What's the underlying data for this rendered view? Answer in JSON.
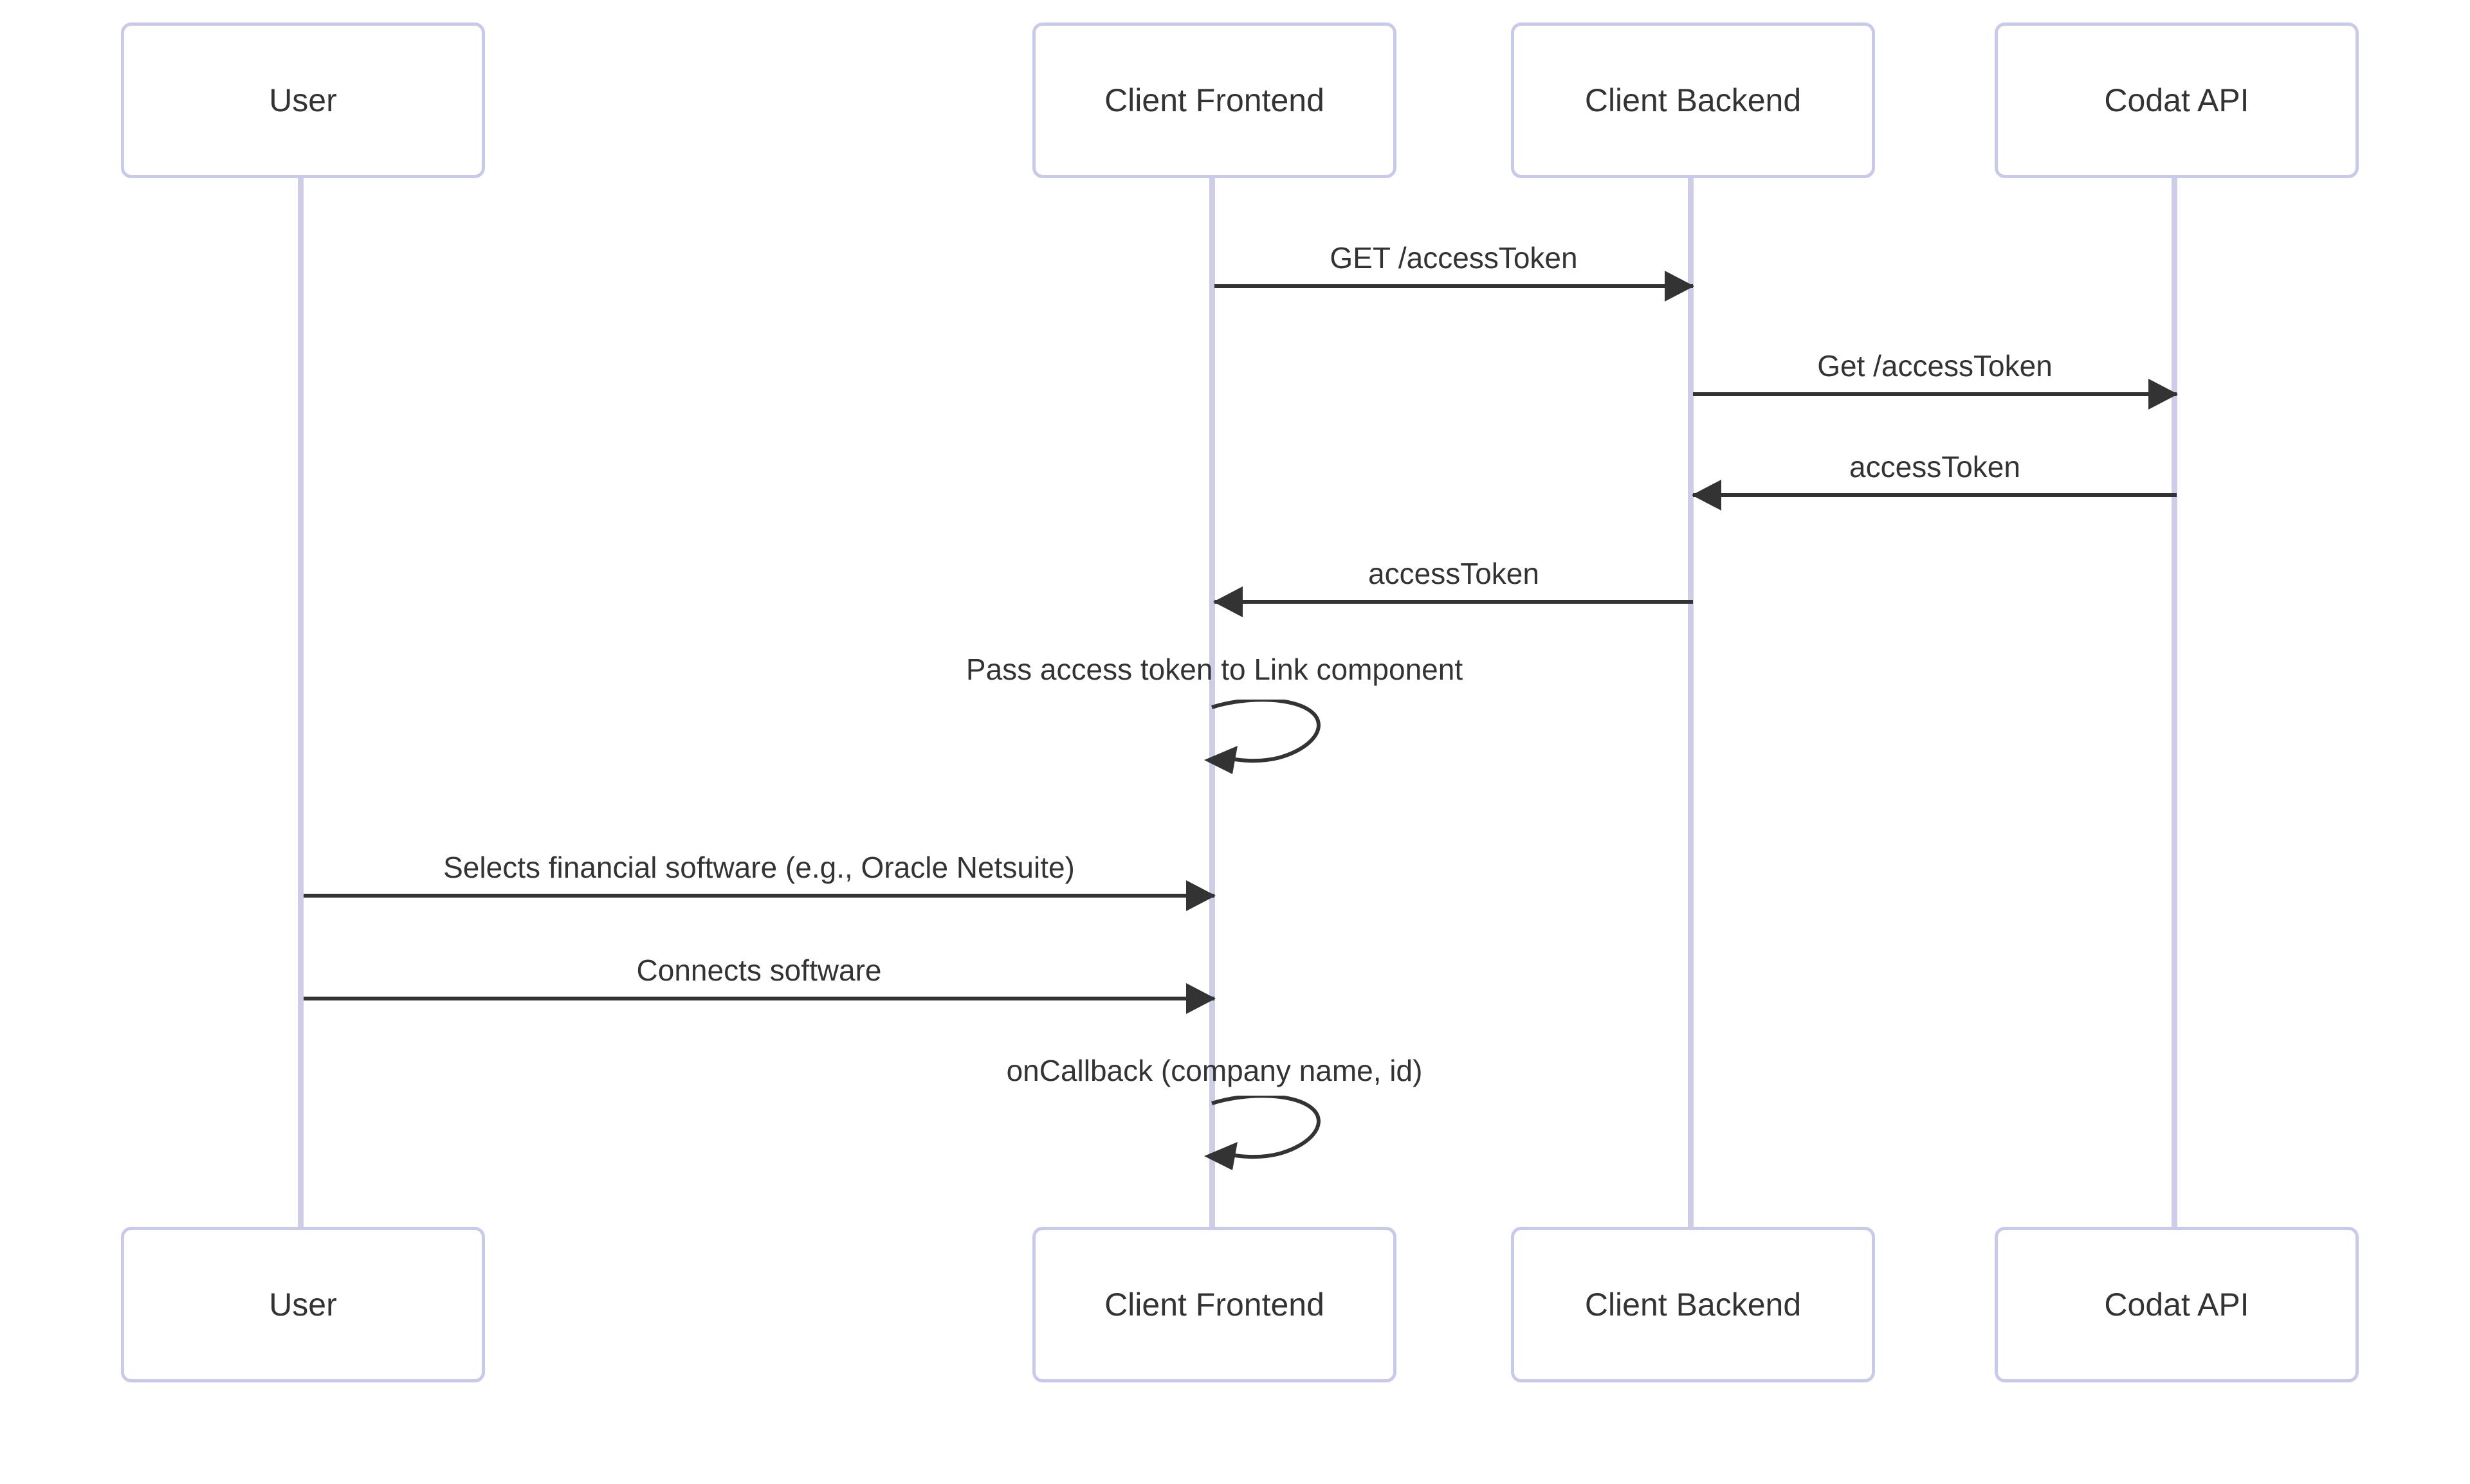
{
  "diagram": {
    "kind": "sequence-diagram",
    "actors": [
      {
        "id": "user",
        "name": "User"
      },
      {
        "id": "client-frontend",
        "name": "Client Frontend"
      },
      {
        "id": "client-backend",
        "name": "Client Backend"
      },
      {
        "id": "codat-api",
        "name": "Codat API"
      }
    ],
    "messages": [
      {
        "from": "Client Frontend",
        "to": "Client Backend",
        "label": "GET /accessToken",
        "direction": "right",
        "style": "solid-arrow"
      },
      {
        "from": "Client Backend",
        "to": "Codat API",
        "label": "Get /accessToken",
        "direction": "right",
        "style": "solid-arrow"
      },
      {
        "from": "Codat API",
        "to": "Client Backend",
        "label": "accessToken",
        "direction": "left",
        "style": "solid-arrow"
      },
      {
        "from": "Client Backend",
        "to": "Client Frontend",
        "label": "accessToken",
        "direction": "left",
        "style": "solid-arrow"
      },
      {
        "from": "Client Frontend",
        "to": "Client Frontend",
        "label": "Pass access token to Link component",
        "direction": "self",
        "style": "self-loop"
      },
      {
        "from": "User",
        "to": "Client Frontend",
        "label": "Selects financial software (e.g., Oracle Netsuite)",
        "direction": "right",
        "style": "solid-arrow"
      },
      {
        "from": "User",
        "to": "Client Frontend",
        "label": "Connects software",
        "direction": "right",
        "style": "solid-arrow"
      },
      {
        "from": "Client Frontend",
        "to": "Client Frontend",
        "label": "onCallback (company name, id)",
        "direction": "self",
        "style": "self-loop"
      }
    ],
    "colors": {
      "background": "#ffffff",
      "actor_fill": "#ffffff",
      "actor_border": "#c9c9ec",
      "lifeline": "#cdcde8",
      "message": "#333333",
      "text": "#333333"
    }
  }
}
